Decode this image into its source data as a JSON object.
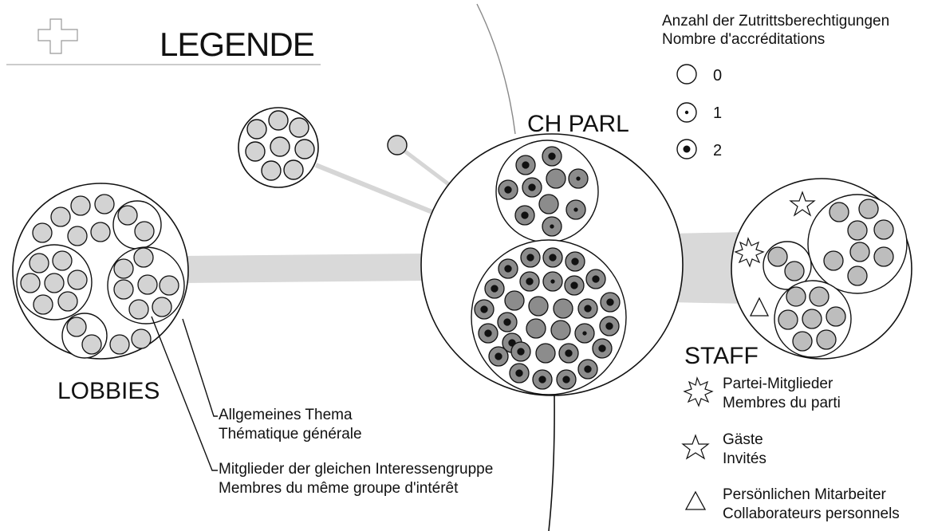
{
  "legend": {
    "title": "LEGENDE",
    "accreditations": {
      "title_de": "Anzahl der Zutrittsberechtigungen",
      "title_fr": "Nombre d'accréditations",
      "items": [
        {
          "value": "0",
          "symbol": "empty-circle"
        },
        {
          "value": "1",
          "symbol": "circle-with-small-dot"
        },
        {
          "value": "2",
          "symbol": "circle-with-large-dot"
        }
      ]
    }
  },
  "groups": {
    "chparl": {
      "label": "CH PARL"
    },
    "lobbies": {
      "label": "LOBBIES"
    },
    "staff": {
      "label": "STAFF"
    }
  },
  "annotations": {
    "general_theme_de": "Allgemeines Thema",
    "general_theme_fr": "Thématique générale",
    "same_group_de": "Mitglieder der gleichen Interessengruppe",
    "same_group_fr": "Membres du même groupe d'intérêt"
  },
  "staff_types": [
    {
      "de": "Partei-Mitglieder",
      "fr": "Membres du parti",
      "icon": "burst-star-icon"
    },
    {
      "de": "Gäste",
      "fr": "Invités",
      "icon": "star-icon"
    },
    {
      "de": "Persönlichen Mitarbeiter",
      "fr": "Collaborateurs personnels",
      "icon": "triangle-icon"
    }
  ],
  "colors": {
    "node_light": "#d3d3d3",
    "node_dark": "#8c8c8c",
    "link": "#d9d9d9",
    "stroke": "#111111"
  }
}
